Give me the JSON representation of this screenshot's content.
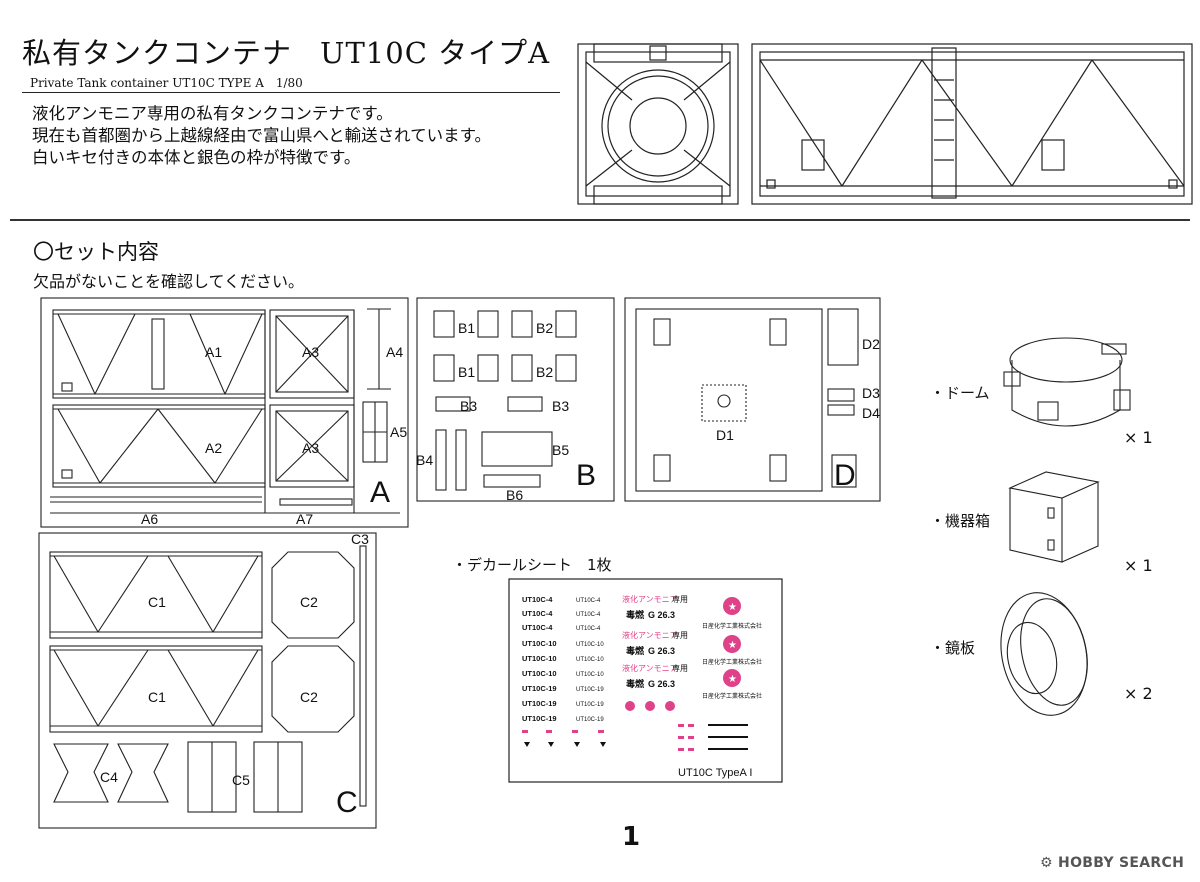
{
  "header": {
    "title_jp": "私有タンクコンテナ",
    "title_model": "UT10C タイプA",
    "subtitle": "Private Tank container UT10C TYPE A　1/80"
  },
  "intro": {
    "lines": [
      "液化アンモニア専用の私有タンクコンテナです。",
      "現在も首都圏から上越線経由で富山県へと輸送されています。",
      "白いキセ付きの本体と銀色の枠が特徴です。"
    ]
  },
  "contents": {
    "title": "〇セット内容",
    "note": "欠品がないことを確認してください。"
  },
  "sprue_a": {
    "letter": "A",
    "labels": {
      "a1": "A1",
      "a2": "A2",
      "a3": "A3",
      "a3b": "A3",
      "a4": "A4",
      "a5": "A5",
      "a6": "A6",
      "a7": "A7"
    }
  },
  "sprue_b": {
    "letter": "B",
    "labels": {
      "b1": "B1",
      "b1b": "B1",
      "b2": "B2",
      "b2b": "B2",
      "b3": "B3",
      "b3b": "B3",
      "b4": "B4",
      "b5": "B5",
      "b6": "B6"
    }
  },
  "sprue_c": {
    "letter": "C",
    "labels": {
      "c1": "C1",
      "c1b": "C1",
      "c2": "C2",
      "c2b": "C2",
      "c3": "C3",
      "c4": "C4",
      "c5": "C5"
    }
  },
  "sprue_d": {
    "letter": "D",
    "labels": {
      "d1": "D1",
      "d2": "D2",
      "d3": "D3",
      "d4": "D4"
    }
  },
  "decal": {
    "caption": "・デカールシート　1枚",
    "codes_left": [
      "UT10C-4",
      "UT10C-4",
      "UT10C-4",
      "UT10C-10",
      "UT10C-10",
      "UT10C-10",
      "UT10C-19",
      "UT10C-19",
      "UT10C-19"
    ],
    "codes_mid": [
      "UT10C-4",
      "UT10C-4",
      "UT10C-4",
      "UT10C-10",
      "UT10C-10",
      "UT10C-10",
      "UT10C-19",
      "UT10C-19",
      "UT10C-19"
    ],
    "cargo_label_pink": "液化アンモニア",
    "cargo_label_black": "専用",
    "hazard": "毒燃",
    "hazard_num": "G 26.3",
    "company": "日産化学工業株式会社",
    "sheet_id": "UT10C TypeA I",
    "accent_pink": "#e0428a"
  },
  "extras": {
    "dome": {
      "label": "・ドーム",
      "qty": "× 1"
    },
    "box": {
      "label": "・機器箱",
      "qty": "× 1"
    },
    "endplate": {
      "label": "・鏡板",
      "qty": "× 2"
    }
  },
  "footer": {
    "page": "1",
    "brand": "HOBBY SEARCH"
  }
}
